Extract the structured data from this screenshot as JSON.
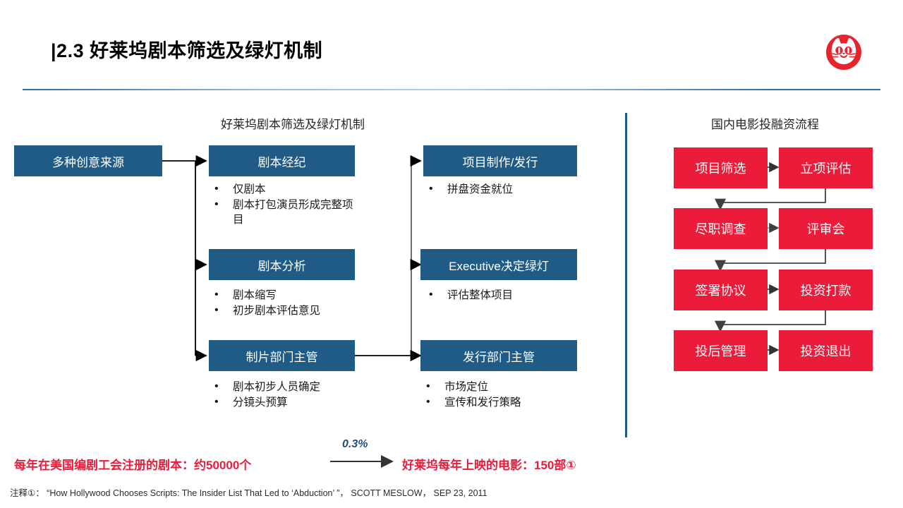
{
  "slide": {
    "title": "|2.3 好莱坞剧本筛选及绿灯机制",
    "logo_name": "maoyan-cat-logo",
    "accent_blue": "#205B85",
    "accent_red": "#ED1B3A",
    "rule_blue": "#2E6DA4"
  },
  "left_panel": {
    "title": "好莱坞剧本筛选及绿灯机制",
    "source_box": {
      "label": "多种创意来源"
    },
    "middle_boxes": [
      {
        "label": "剧本经纪",
        "bullets": [
          "仅剧本",
          "剧本打包演员形成完整项目"
        ]
      },
      {
        "label": "剧本分析",
        "bullets": [
          "剧本缩写",
          "初步剧本评估意见"
        ]
      },
      {
        "label": "制片部门主管",
        "bullets": [
          "剧本初步人员确定",
          "分镜头预算"
        ]
      }
    ],
    "right_boxes": [
      {
        "label": "项目制作/发行",
        "bullets": [
          "拼盘资金就位"
        ]
      },
      {
        "label": "Executive决定绿灯",
        "bullets": [
          "评估整体项目"
        ]
      },
      {
        "label": "发行部门主管",
        "bullets": [
          "市场定位",
          "宣传和发行策略"
        ]
      }
    ]
  },
  "right_panel": {
    "title": "国内电影投融资流程",
    "steps": [
      "项目筛选",
      "立项评估",
      "尽职调查",
      "评审会",
      "签署协议",
      "投资打款",
      "投后管理",
      "投资退出"
    ]
  },
  "summary": {
    "left": "每年在美国编剧工会注册的剧本：约50000个",
    "rate": "0.3%",
    "right": "好莱坞每年上映的电影：150部①"
  },
  "footnote": "注释①： “How Hollywood Chooses Scripts: The Insider List That Led to ‘Abduction’ ”， SCOTT MESLOW， SEP 23, 2011"
}
